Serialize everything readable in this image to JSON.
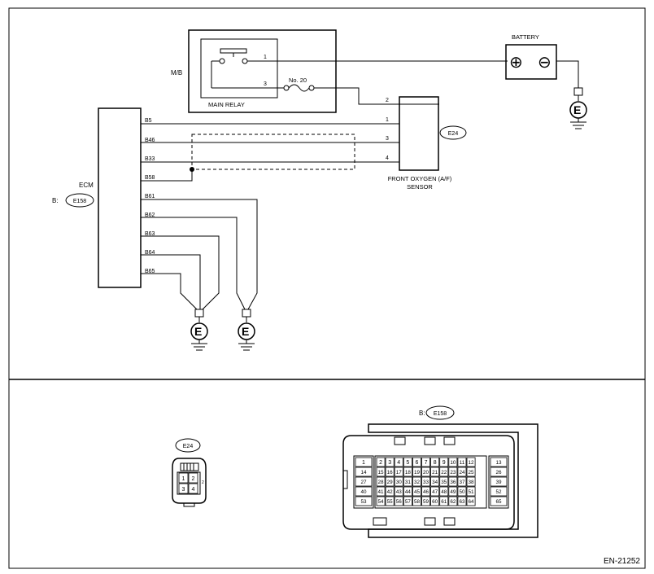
{
  "doc_id": "EN-21252",
  "mb": {
    "label": "M/B"
  },
  "relay": {
    "label": "MAIN RELAY",
    "pin_top": "1",
    "pin_bottom": "3"
  },
  "fuse": {
    "label": "No. 20"
  },
  "battery": {
    "label": "BATTERY",
    "plus": "⊕",
    "minus": "⊖"
  },
  "ground": {
    "label": "E"
  },
  "sensor": {
    "label_line1": "FRONT OXYGEN (A/F)",
    "label_line2": "SENSOR",
    "connector": "E24",
    "pins": [
      "2",
      "1",
      "3",
      "4"
    ]
  },
  "ecm": {
    "label": "ECM",
    "connector_prefix": "B:",
    "connector": "E158",
    "pins": [
      "B5",
      "B46",
      "B33",
      "B58",
      "B61",
      "B62",
      "B63",
      "B64",
      "B65"
    ]
  },
  "e24_view": {
    "connector": "E24",
    "pins": [
      "1",
      "2",
      "3",
      "4"
    ],
    "side_mark": "2"
  },
  "e158_view": {
    "connector_prefix": "B:",
    "connector": "E158",
    "grid": [
      [
        "1",
        "2",
        "3",
        "4",
        "5",
        "6",
        "7",
        "8",
        "9",
        "10",
        "11",
        "12",
        "13"
      ],
      [
        "14",
        "15",
        "16",
        "17",
        "18",
        "19",
        "20",
        "21",
        "22",
        "23",
        "24",
        "25",
        "26"
      ],
      [
        "27",
        "28",
        "29",
        "30",
        "31",
        "32",
        "33",
        "34",
        "35",
        "36",
        "37",
        "38",
        "39"
      ],
      [
        "40",
        "41",
        "42",
        "43",
        "44",
        "45",
        "46",
        "47",
        "48",
        "49",
        "50",
        "51",
        "52"
      ],
      [
        "53",
        "54",
        "55",
        "56",
        "57",
        "58",
        "59",
        "60",
        "61",
        "62",
        "63",
        "64",
        "65"
      ]
    ]
  }
}
